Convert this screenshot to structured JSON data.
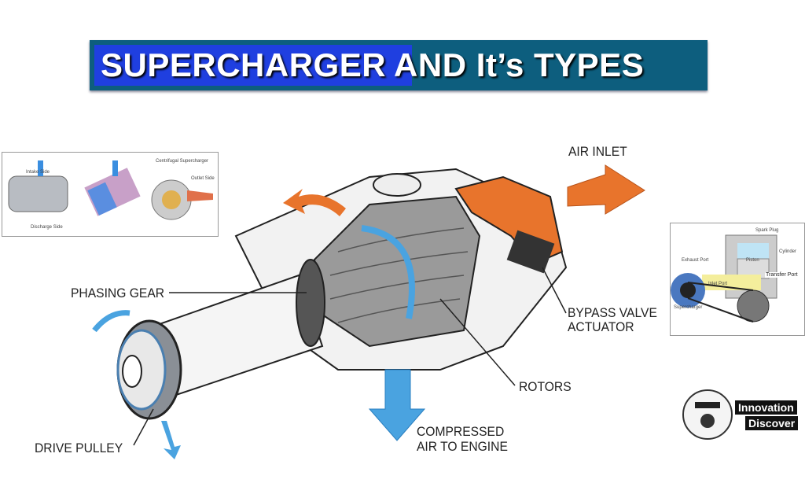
{
  "title": {
    "highlight": "SUPERCHARGER",
    "rest": "AND It’s TYPES"
  },
  "labels": {
    "air_inlet": "AIR INLET",
    "phasing_gear": "PHASING GEAR",
    "bypass_valve_1": "BYPASS VALVE",
    "bypass_valve_2": "ACTUATOR",
    "rotors": "ROTORS",
    "compressed_1": "COMPRESSED",
    "compressed_2": "AIR TO ENGINE",
    "drive_pulley": "DRIVE PULLEY"
  },
  "types_inset": {
    "intake_side": "Intake Side",
    "discharge_side": "Discharge Side",
    "outlet_side": "Outlet Side",
    "centrifugal": "Centrifugal Supercharger"
  },
  "engine_inset": {
    "spark_plug": "Spark Plug",
    "cylinder": "Cylinder",
    "exhaust_port": "Exhaust Port",
    "piston": "Piston",
    "inlet_port": "Inlet Port",
    "transfer_port": "Transfer Port",
    "supercharger": "Supercharger"
  },
  "logo": {
    "line1": "Innovation",
    "line2": "Discover"
  },
  "colors": {
    "banner": "#0d5e7e",
    "highlight": "#1f3fe0",
    "arrow_orange": "#e8742c",
    "arrow_blue": "#4aa3e0"
  }
}
